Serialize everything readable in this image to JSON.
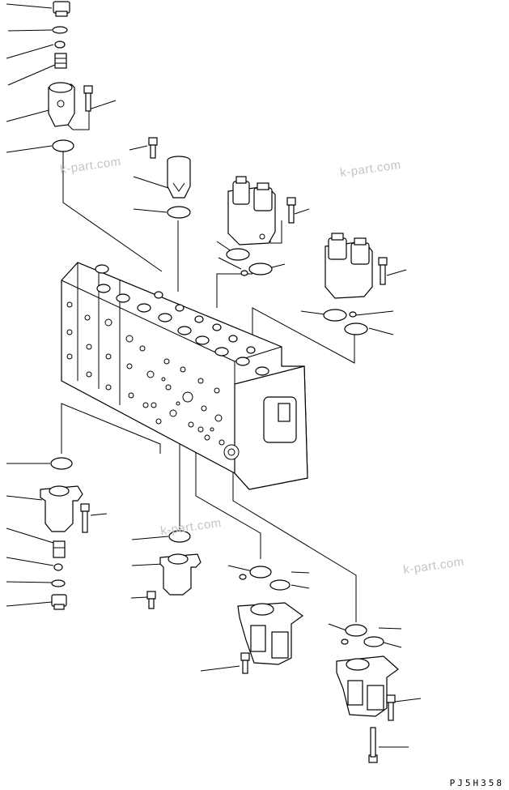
{
  "watermarks": [
    "k-part.com",
    "k-part.com",
    "k-part.com",
    "k-part.com"
  ],
  "drawing_code": "PJ5H358",
  "colors": {
    "line": "#000000",
    "watermark": "#c4c4c4",
    "background": "#ffffff"
  }
}
